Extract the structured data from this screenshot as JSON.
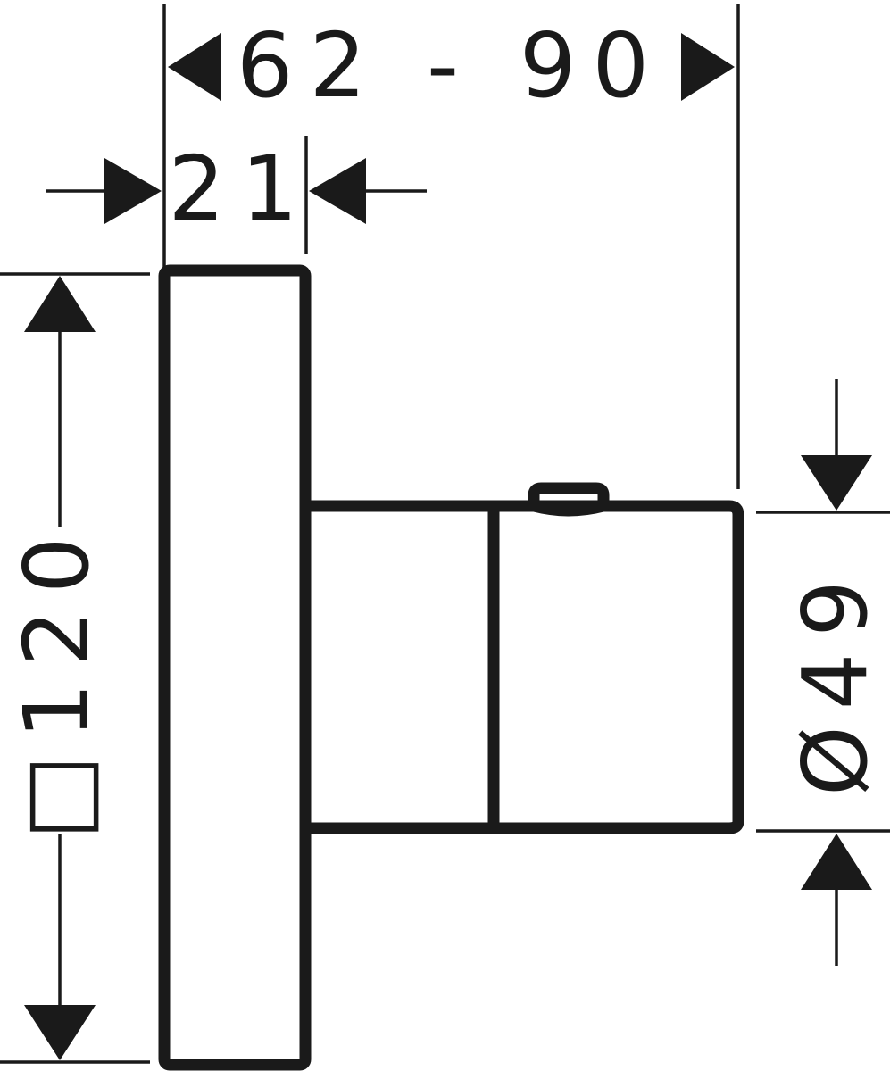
{
  "dimensions": {
    "depth_range": "62 - 90",
    "plate_depth": "21",
    "plate_size": "□120",
    "handle_diameter": "Ø49"
  },
  "colors": {
    "line": "#1a1a1a",
    "background": "#ffffff"
  }
}
